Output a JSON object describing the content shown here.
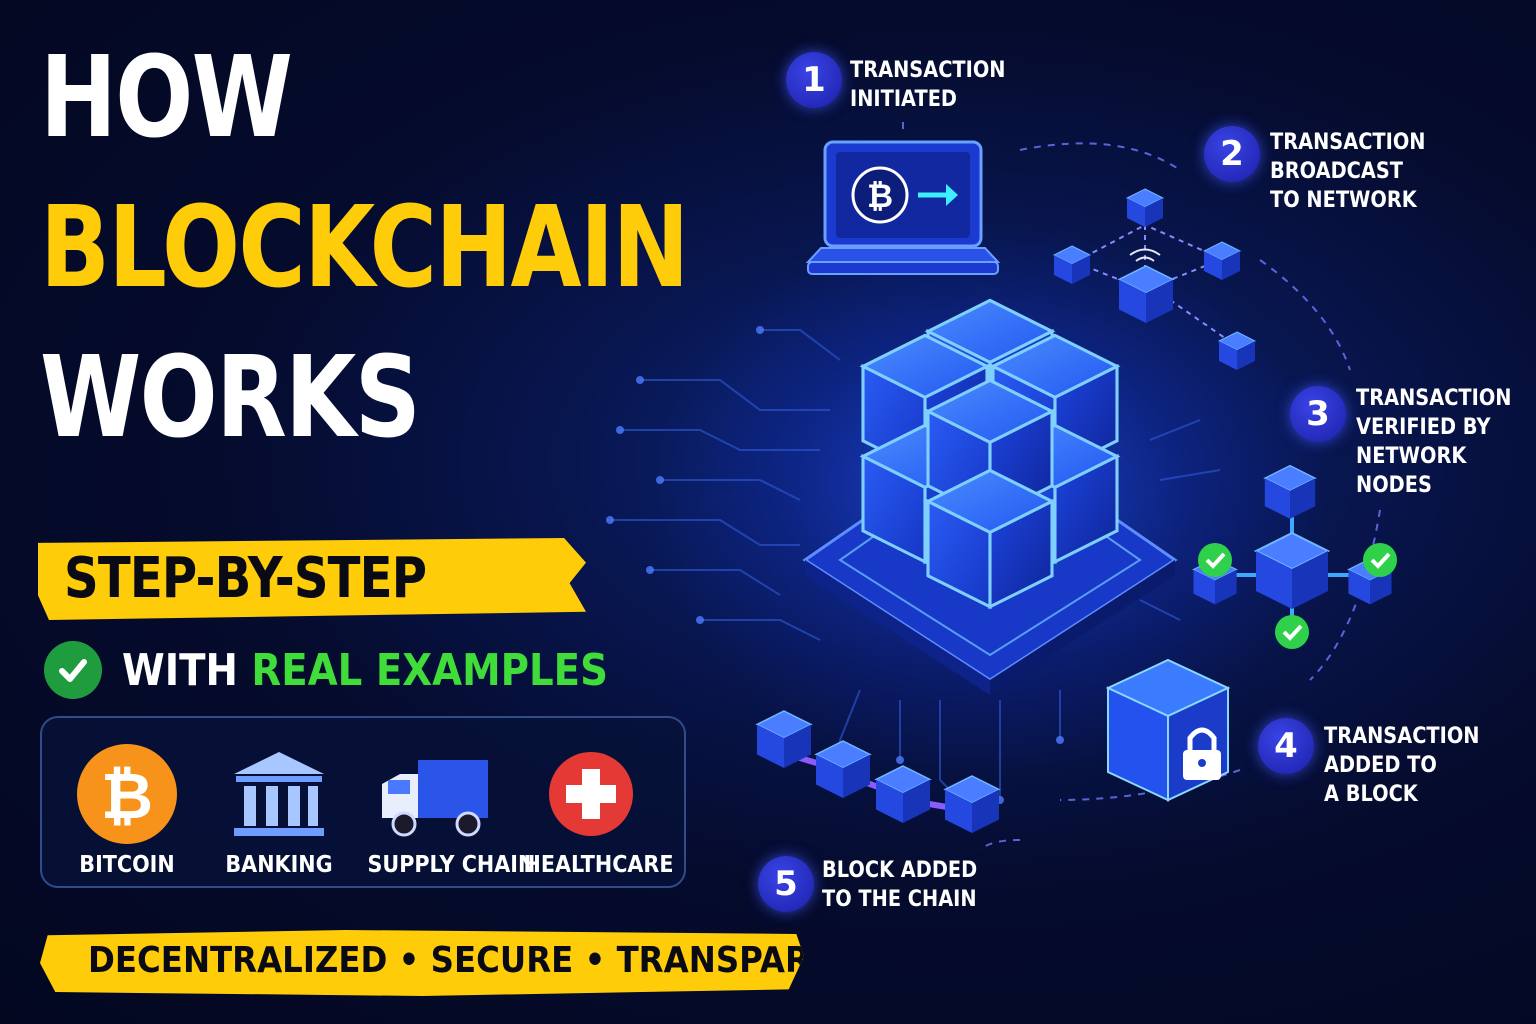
{
  "title": {
    "line1": "HOW",
    "line2": "BLOCKCHAIN",
    "line3": "WORKS"
  },
  "subtitle_banner": "STEP-BY-STEP",
  "with_examples": {
    "prefix": "WITH",
    "highlight": "REAL EXAMPLES"
  },
  "examples": [
    {
      "label": "BITCOIN",
      "icon": "bitcoin-icon"
    },
    {
      "label": "BANKING",
      "icon": "bank-icon"
    },
    {
      "label": "SUPPLY CHAIN",
      "icon": "truck-icon"
    },
    {
      "label": "HEALTHCARE",
      "icon": "medical-cross-icon"
    }
  ],
  "tagline": "DECENTRALIZED • SECURE • TRANSPARENT",
  "steps": [
    {
      "number": "1",
      "lines": [
        "TRANSACTION",
        "INITIATED"
      ]
    },
    {
      "number": "2",
      "lines": [
        "TRANSACTION",
        "BROADCAST",
        "TO NETWORK"
      ]
    },
    {
      "number": "3",
      "lines": [
        "TRANSACTION",
        "VERIFIED BY",
        "NETWORK",
        "NODES"
      ]
    },
    {
      "number": "4",
      "lines": [
        "TRANSACTION",
        "ADDED TO",
        "A BLOCK"
      ]
    },
    {
      "number": "5",
      "lines": [
        "BLOCK ADDED",
        "TO THE CHAIN"
      ]
    }
  ],
  "colors": {
    "accent_yellow": "#ffcc0a",
    "accent_green": "#3fdc3a",
    "cube_blue": "#2a57ff",
    "background": "#050b2c"
  }
}
